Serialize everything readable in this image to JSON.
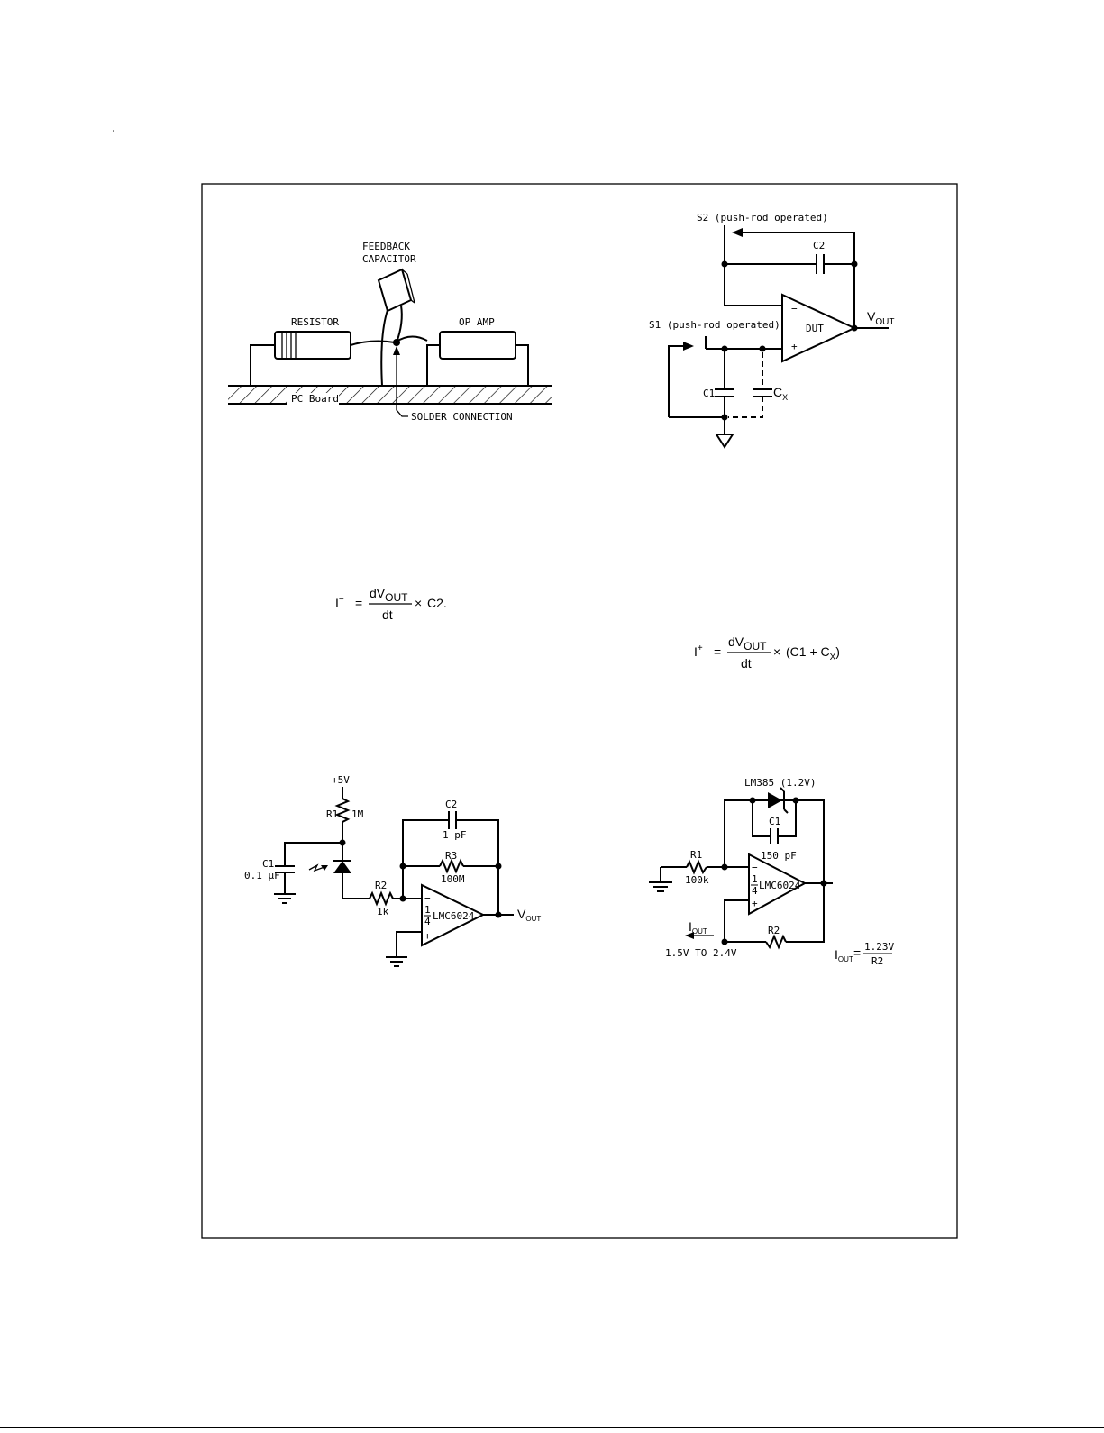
{
  "fig_board": {
    "feedback_label_1": "FEEDBACK",
    "feedback_label_2": "CAPACITOR",
    "resistor_label": "RESISTOR",
    "opamp_label": "OP AMP",
    "board_label": "PC Board",
    "solder_label": "SOLDER CONNECTION"
  },
  "fig_bias": {
    "s2_label": "S2 (push-rod operated)",
    "s1_label": "S1 (push-rod operated)",
    "c2_label": "C2",
    "c1_label": "C1",
    "cx_main": "C",
    "cx_sub": "X",
    "dut_label": "DUT",
    "vout_main": "V",
    "vout_sub": "OUT",
    "minus": "−",
    "plus": "+"
  },
  "eq_minus": {
    "lhs": "I",
    "lhs_sup": "−",
    "equals": "=",
    "num_main": "dV",
    "num_sub": "OUT",
    "den": "dt",
    "times": "×",
    "tail": "C2."
  },
  "eq_plus": {
    "lhs": "I",
    "lhs_sup": "+",
    "equals": "=",
    "num_main": "dV",
    "num_sub": "OUT",
    "den": "dt",
    "times": "×",
    "tail_open": "(C1 + C",
    "tail_sub": "X",
    "tail_close": ")"
  },
  "fig_photo": {
    "supply": "+5V",
    "r1_name": "R1",
    "r1_value": "1M",
    "c1_name": "C1",
    "c1_value": "0.1 μF",
    "c2_name": "C2",
    "c2_value": "1 pF",
    "r3_name": "R3",
    "r3_value": "100M",
    "r2_name": "R2",
    "r2_value": "1k",
    "frac_num": "1",
    "frac_den": "4",
    "chip": "LMC6024",
    "vout_main": "V",
    "vout_sub": "OUT",
    "minus": "−",
    "plus": "+"
  },
  "fig_current": {
    "ref_label": "LM385 (1.2V)",
    "c1_name": "C1",
    "c1_value": "150 pF",
    "r1_name": "R1",
    "r1_value": "100k",
    "frac_num": "1",
    "frac_den": "4",
    "chip": "LMC6024",
    "r2_name": "R2",
    "iout_main": "I",
    "iout_sub": "OUT",
    "range": "1.5V TO 2.4V",
    "formula_lhs_main": "I",
    "formula_lhs_sub": "OUT",
    "formula_eq": "=",
    "formula_num": "1.23V",
    "formula_den": "R2",
    "minus": "−",
    "plus": "+"
  }
}
